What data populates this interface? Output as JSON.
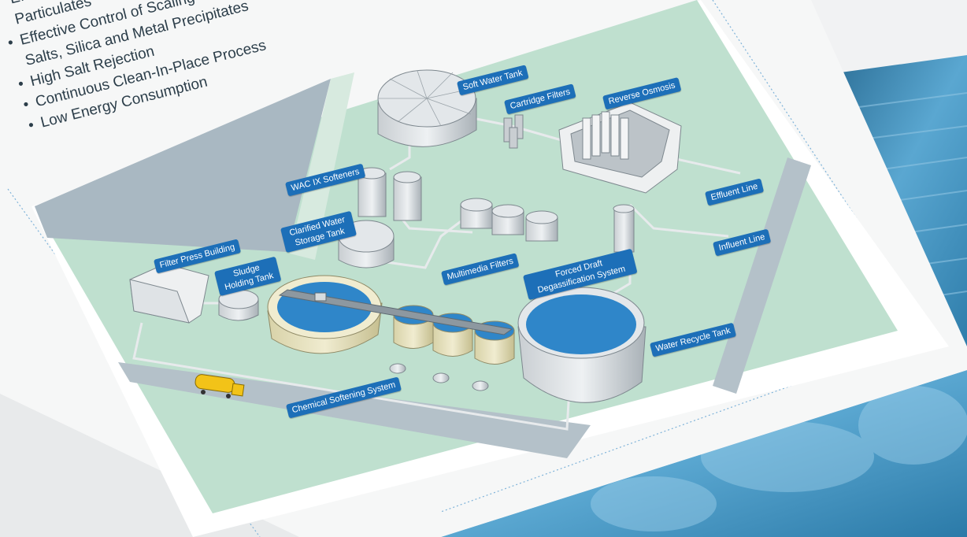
{
  "bullets": [
    "Effective Control of",
    "Particulates",
    "Effective Control of Scaling due to",
    "Salts, Silica and Metal Precipitates",
    "High Salt Rejection",
    "Continuous Clean-In-Place Process",
    "Low Energy Consumption"
  ],
  "labels": {
    "soft_water_tank": "Soft Water Tank",
    "cartridge_filters": "Cartridge Filters",
    "reverse_osmosis": "Reverse Osmosis",
    "wac_ix_softeners": "WAC IX Softeners",
    "effluent_line": "Effluent Line",
    "filter_press_building": "Filter Press Building",
    "clarified_water_storage_tank": "Clarified Water Storage Tank",
    "sludge_holding_tank": "Sludge Holding Tank",
    "multimedia_filters": "Multimedia Filters",
    "forced_draft_degassification": "Forced Draft Degassification System",
    "influent_line": "Influent Line",
    "water_recycle_tank": "Water Recycle Tank",
    "chemical_softening_system": "Chemical Softening System"
  },
  "colors": {
    "ground": "#bfe0cf",
    "paved": "#aebcc4",
    "label_bg": "#1d6fb8",
    "water": "#2f86c9",
    "photo_blue": "#3a8dbf"
  }
}
